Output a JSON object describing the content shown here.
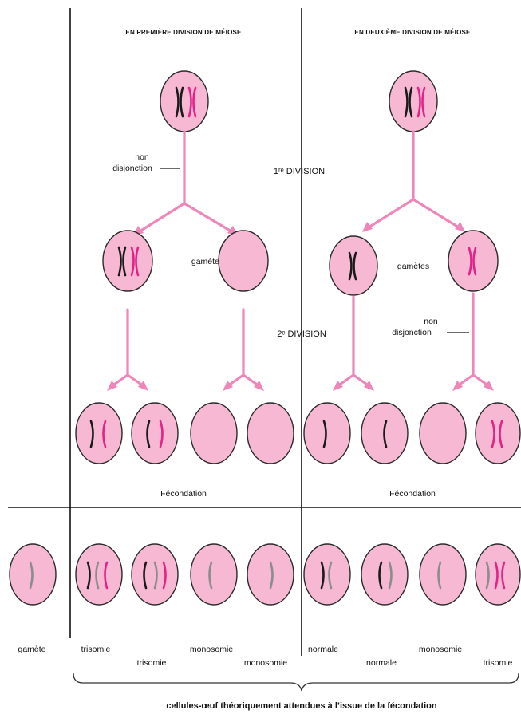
{
  "headers": {
    "left": "EN PREMIÈRE DIVISION DE MÉIOSE",
    "right": "EN DEUXIÈME DIVISION DE MÉIOSE"
  },
  "stage_labels": {
    "first_division": "1ʳᵉ DIVISION",
    "second_division": "2ᵉ DIVISION",
    "fecondation_left": "Fécondation",
    "fecondation_right": "Fécondation"
  },
  "annotations": {
    "non_disjunction_left": [
      "non",
      "disjonction"
    ],
    "non_disjunction_right": [
      "non",
      "disjonction"
    ],
    "gametes_left": "gamètes",
    "gametes_right": "gamètes"
  },
  "zygote_labels": {
    "gamete": "gamète",
    "l1": "trisomie",
    "l2": "trisomie",
    "l3": "monosomie",
    "l4": "monosomie",
    "r1": "normale",
    "r2": "normale",
    "r3": "monosomie",
    "r4": "trisomie"
  },
  "footer": "cellules-œuf théoriquement attendues à l’issue de la fécondation",
  "colors": {
    "cell_fill": "#f6b8d2",
    "arrow": "#ee86b9",
    "chromosome_paternal": "#1a1a1a",
    "chromosome_maternal": "#e2238a",
    "chromosome_gamete": "#8c8c8c"
  }
}
